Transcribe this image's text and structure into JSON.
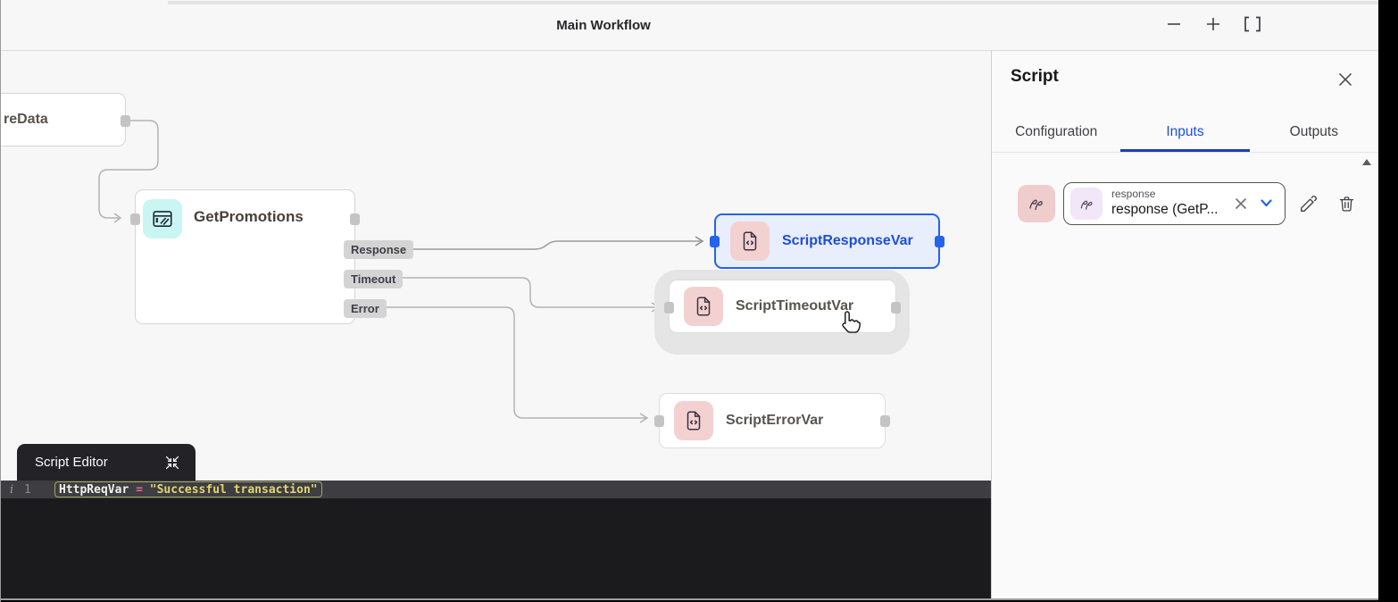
{
  "window": {
    "title": "Main Workflow"
  },
  "canvas": {
    "nodes": {
      "redata": {
        "label": "reData"
      },
      "getpromotions": {
        "label": "GetPromotions"
      },
      "responsevar": {
        "label": "ScriptResponseVar"
      },
      "timeoutvar": {
        "label": "ScriptTimeoutVar"
      },
      "errorvar": {
        "label": "ScriptErrorVar"
      }
    },
    "port_labels": {
      "response": "Response",
      "timeout": "Timeout",
      "error": "Error"
    }
  },
  "editor": {
    "tab_label": "Script Editor",
    "gutter_info": "i",
    "line_number": "1",
    "code": {
      "variable": "HttpReqVar",
      "operator": " = ",
      "string": "\"Successful transaction\""
    }
  },
  "panel": {
    "title": "Script",
    "tabs": [
      {
        "label": "Configuration",
        "active": false
      },
      {
        "label": "Inputs",
        "active": true
      },
      {
        "label": "Outputs",
        "active": false
      }
    ],
    "input_row": {
      "label": "response",
      "value": "response (GetP..."
    }
  },
  "colors": {
    "accent_blue": "#2563eb",
    "active_tab_blue": "#1d4ed8",
    "node_icon_pink": "#f3d1d1",
    "node_icon_cyan": "#c9f6f2",
    "input_icon_purple": "#f2e6f9",
    "code_string_yellow": "#e3d470",
    "code_operator_pink": "#f0649a"
  }
}
